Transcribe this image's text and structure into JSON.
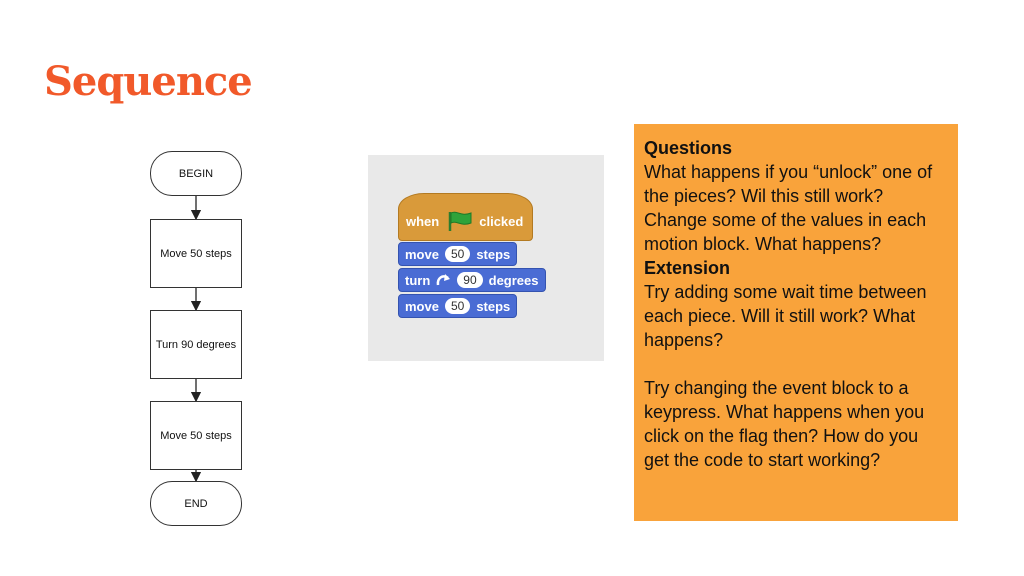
{
  "title": "Sequence",
  "flowchart": {
    "begin": "BEGIN",
    "steps": [
      "Move 50 steps",
      "Turn 90 degrees",
      "Move 50 steps"
    ],
    "end": "END"
  },
  "scratch": {
    "hat": {
      "when": "when",
      "clicked": "clicked",
      "icon": "green-flag-icon"
    },
    "blocks": [
      {
        "pre": "move",
        "value": "50",
        "post": "steps"
      },
      {
        "pre": "turn",
        "value": "90",
        "post": "degrees",
        "icon": "turn-right-icon"
      },
      {
        "pre": "move",
        "value": "50",
        "post": "steps"
      }
    ],
    "colors": {
      "event": "#d99a3a",
      "motion": "#4a6cd4",
      "flag": "#2ea33a"
    }
  },
  "questions": {
    "heading": "Questions",
    "text": "What happens if you “unlock” one of the pieces? Wil this still work? Change some of the values in each motion block. What happens?",
    "extension_heading": "Extension",
    "extension_text": "Try adding some wait time between each piece. Will it still work?  What happens?",
    "extension_text2": "Try changing the event block to a keypress.  What happens when you click on the flag then? How do you get the code to start working?"
  },
  "colors": {
    "title": "#f1592a",
    "box": "#f9a33b"
  }
}
